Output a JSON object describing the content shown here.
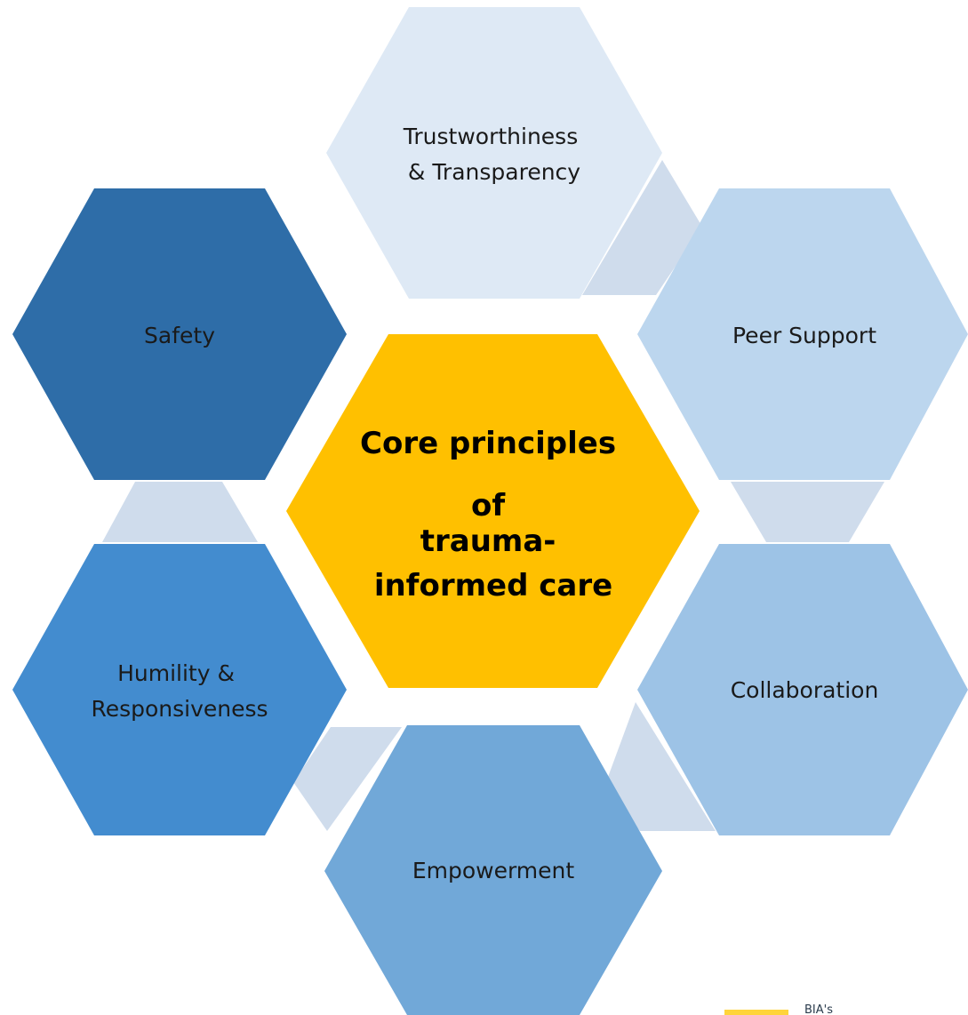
{
  "center": {
    "lines": [
      "Core principles",
      "of",
      "trauma-",
      "informed care"
    ],
    "color": "#FFC000"
  },
  "hexagons": [
    {
      "id": "trustworthiness",
      "lines": [
        "Trustworthiness",
        "& Transparency"
      ],
      "color": "#DEE9F5"
    },
    {
      "id": "peer-support",
      "lines": [
        "Peer Support"
      ],
      "color": "#BCD6EE"
    },
    {
      "id": "collaboration",
      "lines": [
        "Collaboration"
      ],
      "color": "#9DC3E6"
    },
    {
      "id": "empowerment",
      "lines": [
        "Empowerment"
      ],
      "color": "#71A8D8"
    },
    {
      "id": "humility",
      "lines": [
        "Humility &",
        "Responsiveness"
      ],
      "color": "#438CCF"
    },
    {
      "id": "safety",
      "lines": [
        "Safety"
      ],
      "color": "#2E6DA8"
    }
  ],
  "connector_color": "#CFDCEC",
  "logo": {
    "text": "BIA's",
    "accent": "#FFD43B"
  }
}
